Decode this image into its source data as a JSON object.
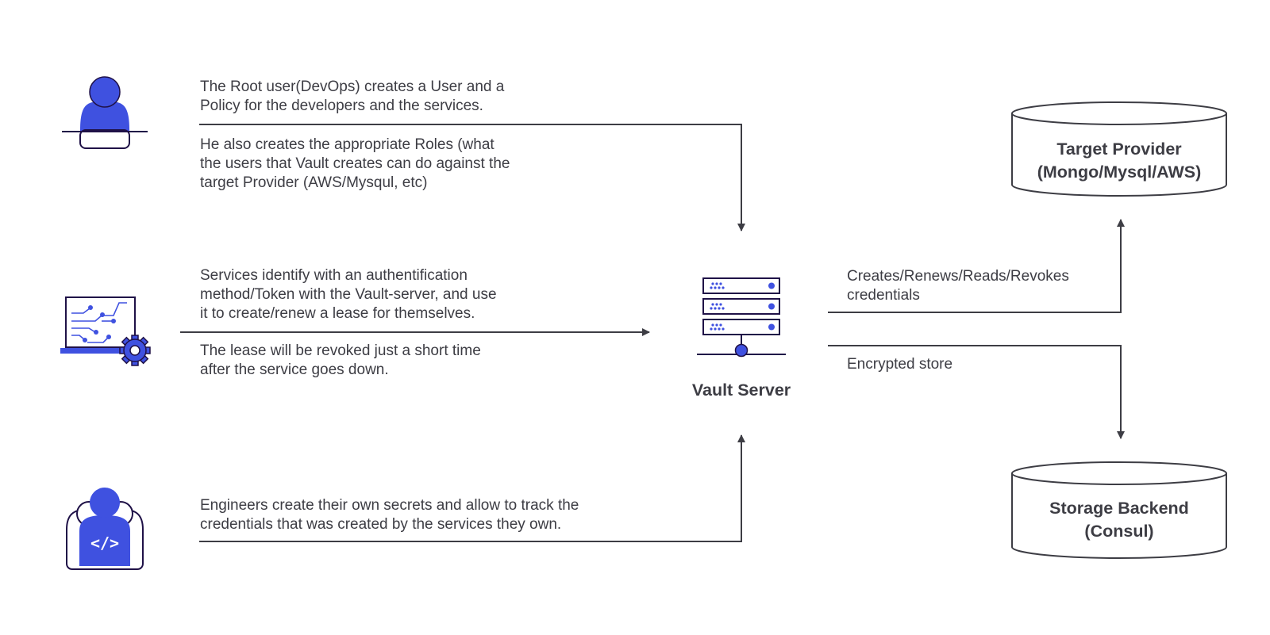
{
  "actors": {
    "root_user": {
      "paragraph1": [
        "The Root user(DevOps) creates a User and a",
        "Policy for the developers and the services."
      ],
      "paragraph2": [
        "He also creates the appropriate Roles (what",
        "the users that Vault creates can do against the",
        "target Provider (AWS/Mysqul, etc)"
      ]
    },
    "services": {
      "paragraph1": [
        "Services identify with an authentification",
        "method/Token with the Vault-server, and use",
        "it to create/renew a lease for themselves."
      ],
      "paragraph2": [
        "The lease will be revoked just a short time",
        "after the service goes down."
      ]
    },
    "engineers": {
      "paragraph1": [
        "Engineers create their own secrets and allow to track the",
        "credentials that was created by the services they own."
      ]
    }
  },
  "vault": {
    "label": "Vault Server"
  },
  "target_provider": {
    "label_lines": [
      "Target Provider",
      "(Mongo/Mysql/AWS)"
    ]
  },
  "storage_backend": {
    "label_lines": [
      "Storage Backend",
      "(Consul)"
    ]
  },
  "connections": {
    "credentials": [
      "Creates/Renews/Reads/Revokes",
      "credentials"
    ],
    "encrypted": [
      "Encrypted store"
    ]
  },
  "colors": {
    "accent": "#3f51e0",
    "outline": "#1f1147",
    "line": "#3d3d44",
    "text": "#3d3d44"
  },
  "icons": {
    "root_user": "user-icon",
    "services": "service-laptop-gear-icon",
    "engineers": "developer-group-icon",
    "vault": "server-rack-icon",
    "target_provider": "database-cylinder-icon",
    "storage_backend": "database-cylinder-icon"
  }
}
